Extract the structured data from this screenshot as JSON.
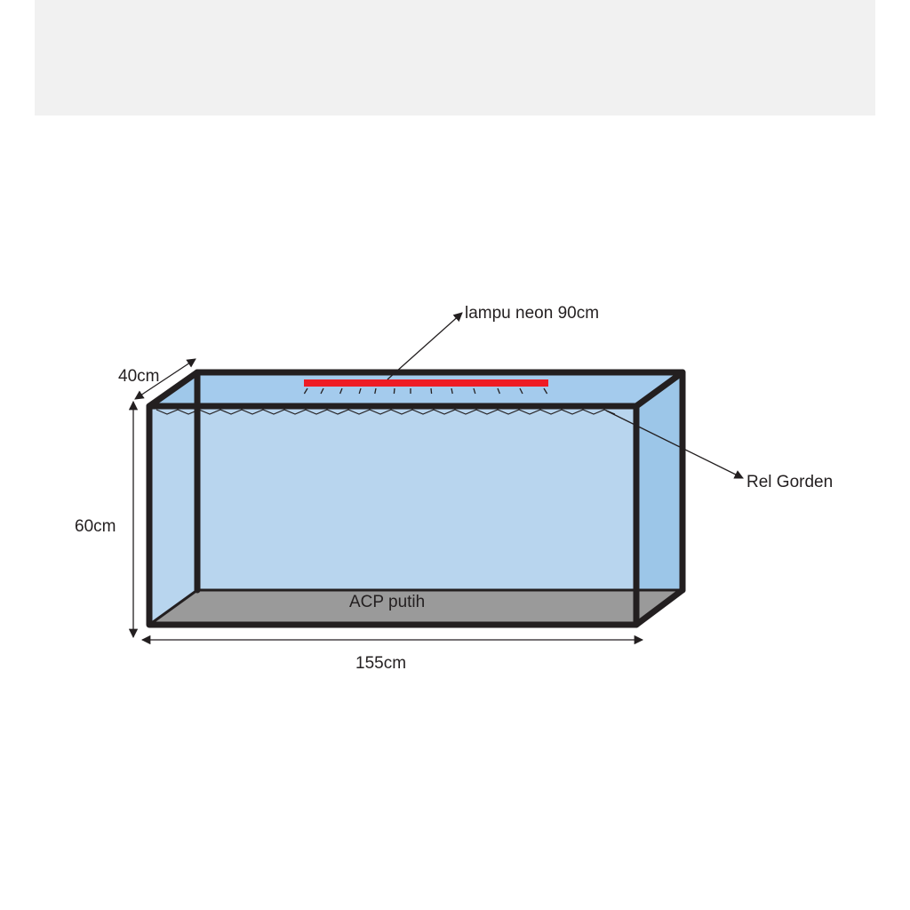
{
  "labels": {
    "lamp": "lampu neon 90cm",
    "rail": "Rel Gorden",
    "depth": "40cm",
    "height": "60cm",
    "width": "155cm",
    "floor": "ACP putih"
  },
  "colors": {
    "frame": "#231f20",
    "front_glass": "#b8d5ee",
    "side_glass": "#9cc6e8",
    "top_glass": "#9fc8ea",
    "floor": "#9a9a9a",
    "lamp": "#ee1c25",
    "band": "#f1f1f1"
  }
}
